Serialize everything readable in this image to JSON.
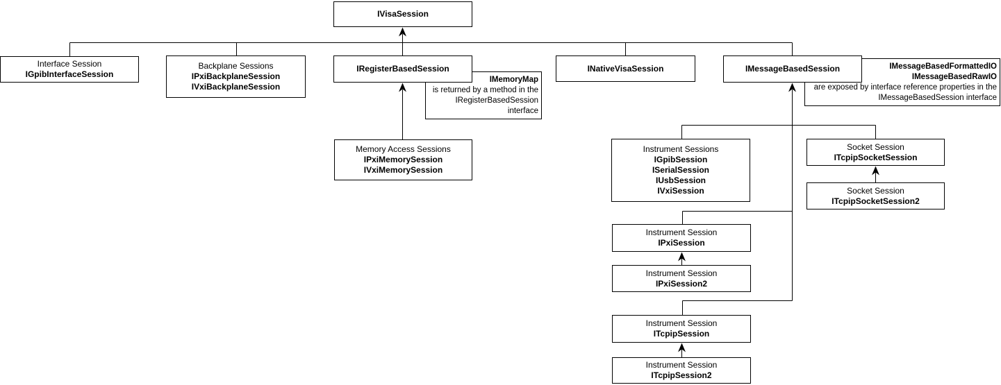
{
  "diagram": {
    "colors": {
      "background": "#ffffff",
      "line": "#000000",
      "text": "#000000",
      "box_fill": "#ffffff"
    },
    "nodes": {
      "visa": {
        "name": "IVisaSession"
      },
      "interface": {
        "title": "Interface Session",
        "name": "IGpibInterfaceSession"
      },
      "backplane": {
        "title": "Backplane Sessions",
        "name1": "IPxiBackplaneSession",
        "name2": "IVxiBackplaneSession"
      },
      "register": {
        "name": "IRegisterBasedSession"
      },
      "memory_map_note": {
        "name": "IMemoryMap",
        "line2": "is returned by a method in the",
        "line3": "IRegisterBasedSession",
        "line4": "interface"
      },
      "native": {
        "name": "INativeVisaSession"
      },
      "message": {
        "name": "IMessageBasedSession"
      },
      "message_io_note": {
        "name1": "IMessageBasedFormattedIO",
        "name2": "IMessageBasedRawIO",
        "line3": "are exposed by interface reference properties in the",
        "line4": "IMessageBasedSession interface"
      },
      "memory_access": {
        "title": "Memory Access Sessions",
        "name1": "IPxiMemorySession",
        "name2": "IVxiMemorySession"
      },
      "instrument_sessions": {
        "title": "Instrument Sessions",
        "name1": "IGpibSession",
        "name2": "ISerialSession",
        "name3": "IUsbSession",
        "name4": "IVxiSession"
      },
      "socket1": {
        "title": "Socket Session",
        "name": "ITcpipSocketSession"
      },
      "socket2": {
        "title": "Socket Session",
        "name": "ITcpipSocketSession2"
      },
      "pxi1": {
        "title": "Instrument Session",
        "name": "IPxiSession"
      },
      "pxi2": {
        "title": "Instrument Session",
        "name": "IPxiSession2"
      },
      "tcpip1": {
        "title": "Instrument Session",
        "name": "ITcpipSession"
      },
      "tcpip2": {
        "title": "Instrument Session",
        "name": "ITcpipSession2"
      }
    },
    "edges": [
      {
        "from": "interface",
        "to": "visa"
      },
      {
        "from": "backplane",
        "to": "visa"
      },
      {
        "from": "register",
        "to": "visa",
        "arrow": true
      },
      {
        "from": "native",
        "to": "visa"
      },
      {
        "from": "message",
        "to": "visa"
      },
      {
        "from": "memory_access",
        "to": "register",
        "arrow": true
      },
      {
        "from": "instrument_sessions",
        "to": "message"
      },
      {
        "from": "socket1",
        "to": "message"
      },
      {
        "from": "pxi1",
        "to": "message"
      },
      {
        "from": "tcpip1",
        "to": "message",
        "arrow": true
      },
      {
        "from": "socket2",
        "to": "socket1",
        "arrow": true
      },
      {
        "from": "pxi2",
        "to": "pxi1",
        "arrow": true
      },
      {
        "from": "tcpip2",
        "to": "tcpip1",
        "arrow": true
      },
      {
        "from": "memory_map_note",
        "to": "register",
        "type": "annotation"
      },
      {
        "from": "message_io_note",
        "to": "message",
        "type": "annotation"
      }
    ]
  }
}
